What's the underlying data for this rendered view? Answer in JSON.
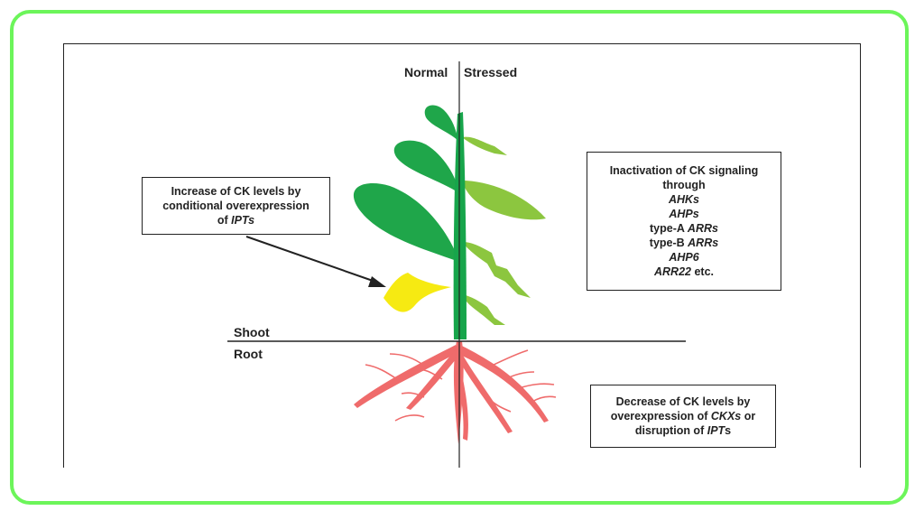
{
  "header": {
    "normal_label": "Normal",
    "stressed_label": "Stressed"
  },
  "zones": {
    "shoot_label": "Shoot",
    "root_label": "Root"
  },
  "increase_box": {
    "line1": "Increase of CK levels by",
    "line2": "conditional overexpression",
    "line3_prefix": "of ",
    "line3_italic": "IPTs"
  },
  "inactivation_box": {
    "line1": "Inactivation of CK signaling",
    "line2": "through",
    "item_ahks": "AHKs",
    "item_ahps": "AHPs",
    "item_typeA_prefix": "type-A ",
    "item_typeA_italic": "ARRs",
    "item_typeB_prefix": "type-B ",
    "item_typeB_italic": "ARRs",
    "item_ahp6": "AHP6",
    "item_arr22_italic": "ARR22",
    "item_arr22_suffix": " etc."
  },
  "decrease_box": {
    "line1": "Decrease of CK levels by",
    "line2_prefix": "overexpression of ",
    "line2_italic": "CKXs",
    "line2_suffix": " or",
    "line3_prefix": "disruption of ",
    "line3_italic": "IPT",
    "line3_suffix": "s"
  },
  "colors": {
    "frame": "#6cf55a",
    "dark_leaf": "#1fa64a",
    "light_leaf": "#8cc63f",
    "yellow_leaf": "#f6ea12",
    "root": "#ef6b6b",
    "stem": "#17a54b"
  }
}
